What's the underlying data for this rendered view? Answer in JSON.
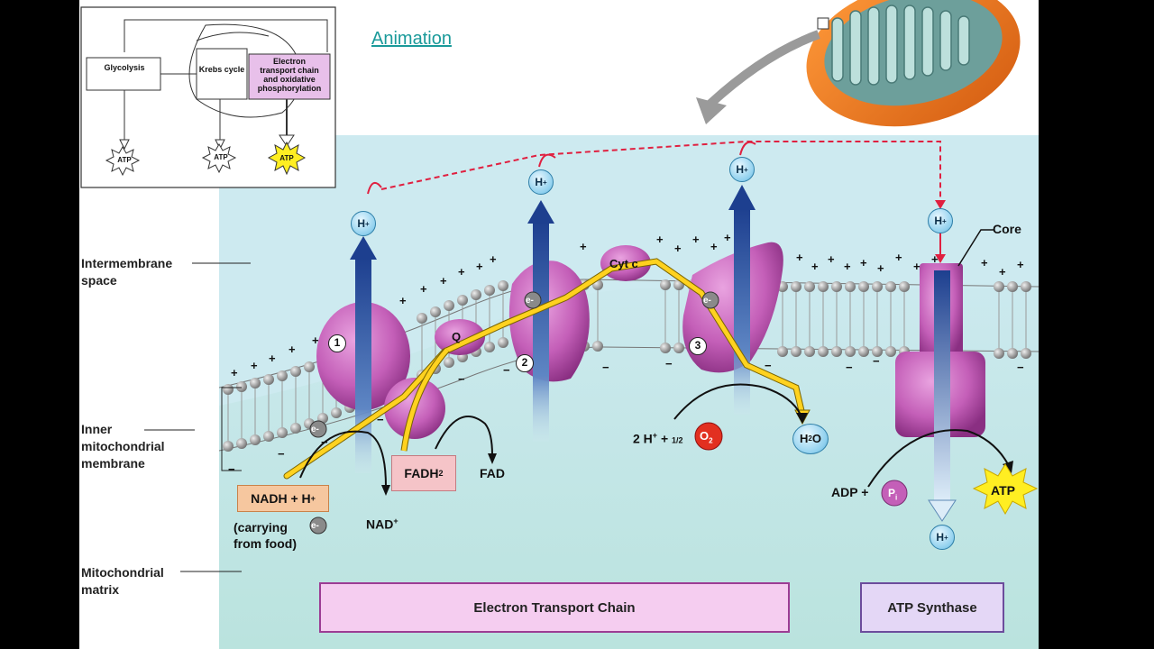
{
  "top_link": "Animation",
  "overview": {
    "glycolysis": "Glycolysis",
    "krebs": "Krebs cycle",
    "etc_line1": "Electron",
    "etc_line2": "transport chain",
    "etc_line3": "and oxidative",
    "etc_line4": "phosphorylation",
    "atp": "ATP"
  },
  "side_labels": {
    "intermembrane_1": "Intermembrane",
    "intermembrane_2": "space",
    "inner_1": "Inner",
    "inner_2": "mitochondrial",
    "inner_3": "membrane",
    "matrix_1": "Mitochondrial",
    "matrix_2": "matrix"
  },
  "complexes": {
    "c1": "1",
    "c2": "2",
    "c3": "3",
    "q": "Q",
    "cytc": "Cyt c",
    "electron": "e-"
  },
  "molecules": {
    "nadh": "NADH + H",
    "nadh_sup": "+",
    "carrying_1": "(carrying",
    "carrying_2": "from food)",
    "nad": "NAD",
    "nad_sup": "+",
    "fadh2": "FADH",
    "fadh2_sub": "2",
    "fad": "FAD",
    "oxygen_eq": "2 H",
    "oxygen_eq_sup": "+",
    "oxygen_eq_mid": " + ",
    "half": "1/2",
    "o2": "O",
    "o2_sub": "2",
    "h2o_h": "H",
    "h2o_sub": "2",
    "h2o_o": "O",
    "adp": "ADP +",
    "pi": "P",
    "pi_sub": "i",
    "atp": "ATP",
    "core": "Core",
    "h": "H",
    "h_sup": "+"
  },
  "footer": {
    "etc_box": "Electron Transport Chain",
    "atp_box": "ATP Synthase"
  },
  "colors": {
    "background_water": "#cdeaf0",
    "matrix": "#bfe6e2",
    "protein": "#c45fb8",
    "electron_path": "#ffd21f",
    "proton_arrow": "#1d3f8f",
    "atp_star": "#ffee22",
    "footer_etc": "#f5cdf0",
    "footer_atp": "#e4d7f6"
  }
}
